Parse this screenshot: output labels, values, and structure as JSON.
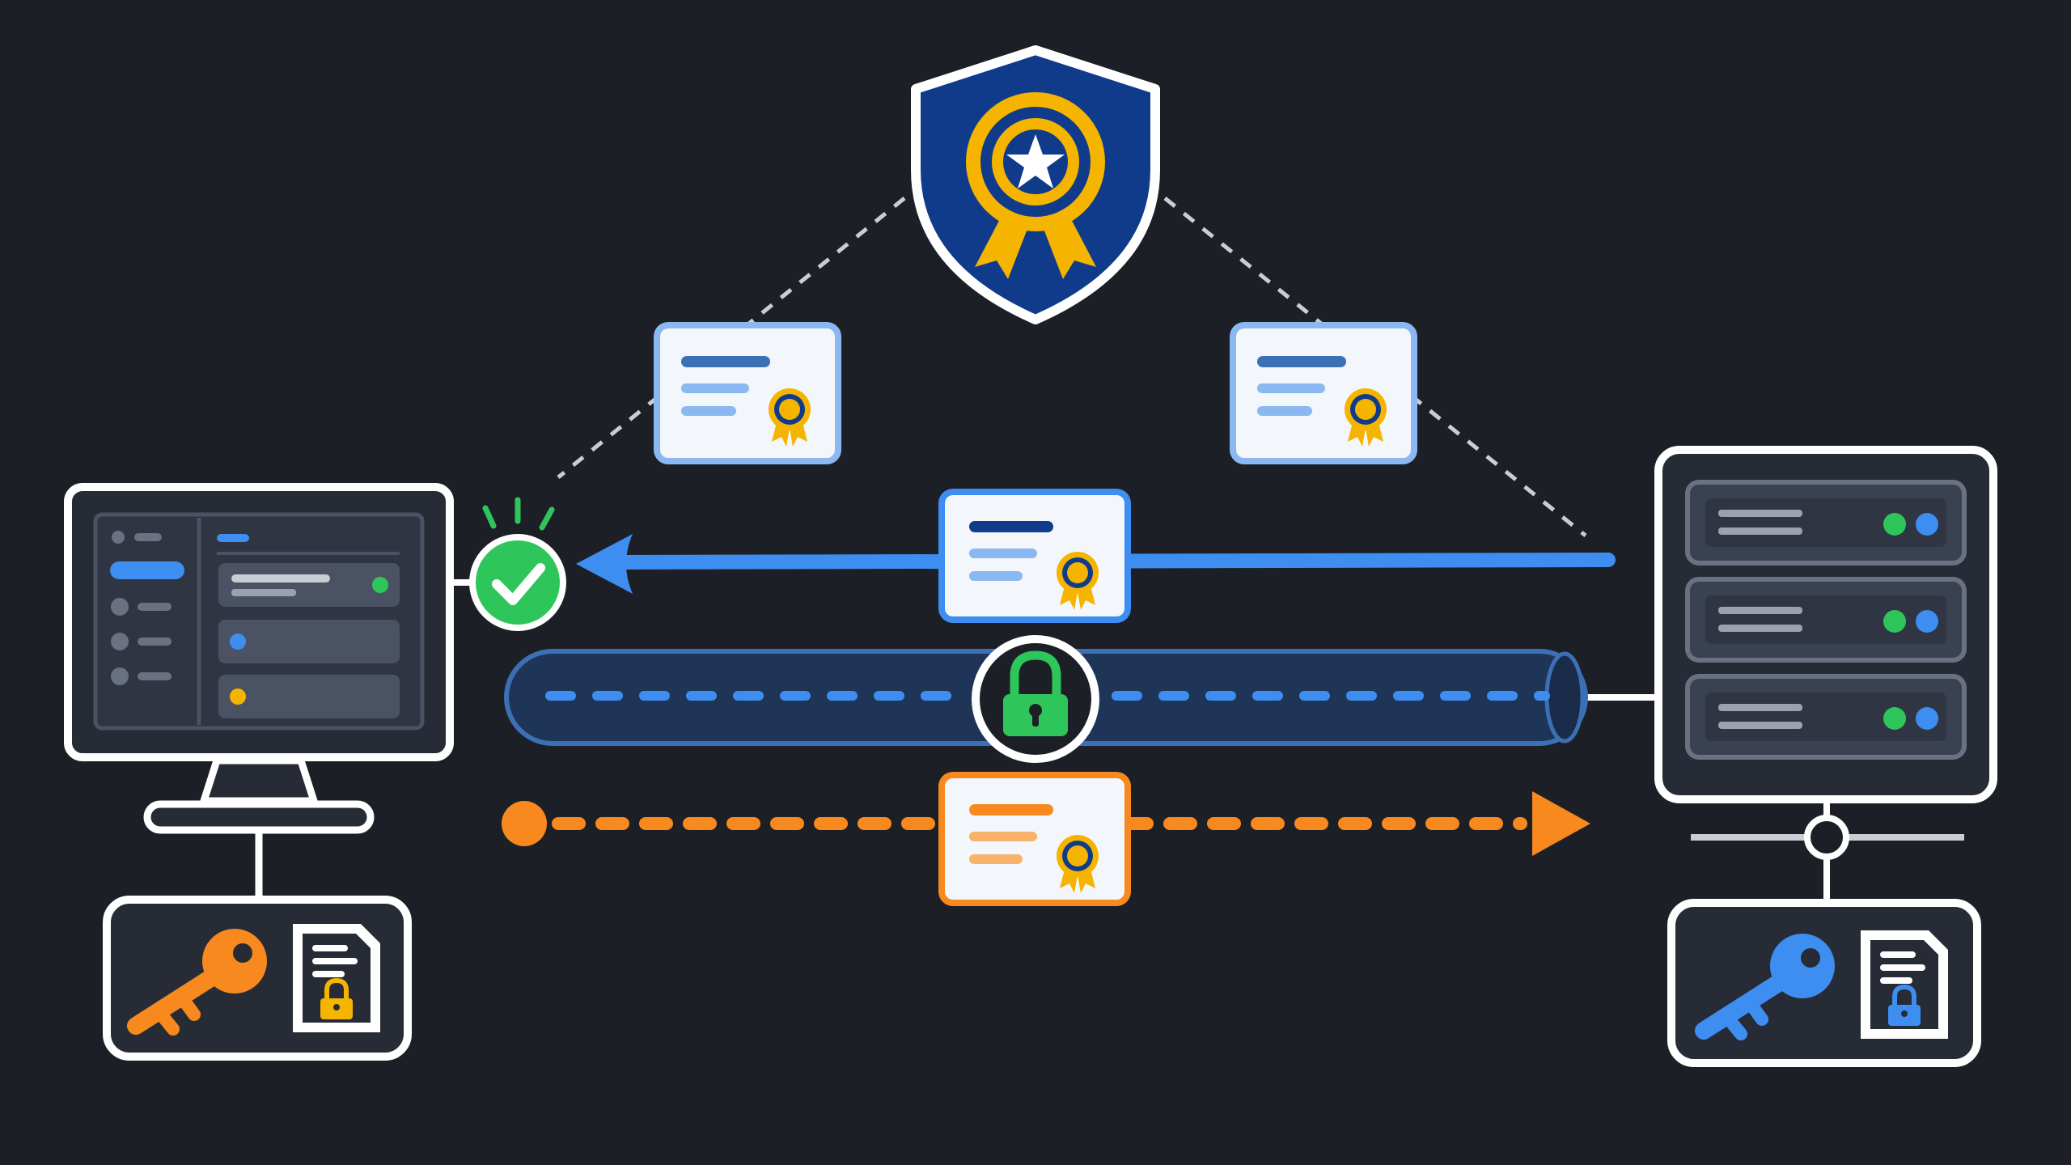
{
  "colors": {
    "background": "#1c1f26",
    "outline": "#ffffff",
    "device_fill": "#262b35",
    "panel_fill": "#3a4150",
    "blue": "#3d8ef0",
    "blue_dark": "#0f3b8a",
    "light_blue": "#8ab8f0",
    "orange": "#f7891f",
    "green": "#2ec65a",
    "gold": "#f5b400",
    "tunnel_fill": "#1f3558",
    "card_fill": "#f3f6fb",
    "dashed_line": "#c9cdd4"
  },
  "icons": {
    "certificate_authority": "shield-ribbon-star-icon",
    "client": "desktop-monitor-icon",
    "server": "server-rack-icon",
    "client_credentials": "orange-key-and-locked-document-icon",
    "server_credentials": "blue-key-and-locked-document-icon",
    "verification": "green-check-circle-icon",
    "secure_channel": "padlock-icon",
    "certificate": "certificate-card-icon"
  },
  "flows": [
    {
      "name": "server-certificate",
      "direction": "server-to-client",
      "color": "blue"
    },
    {
      "name": "encrypted-tunnel",
      "direction": "bidirectional",
      "color": "dark-blue"
    },
    {
      "name": "client-certificate",
      "direction": "client-to-server",
      "color": "orange"
    }
  ]
}
